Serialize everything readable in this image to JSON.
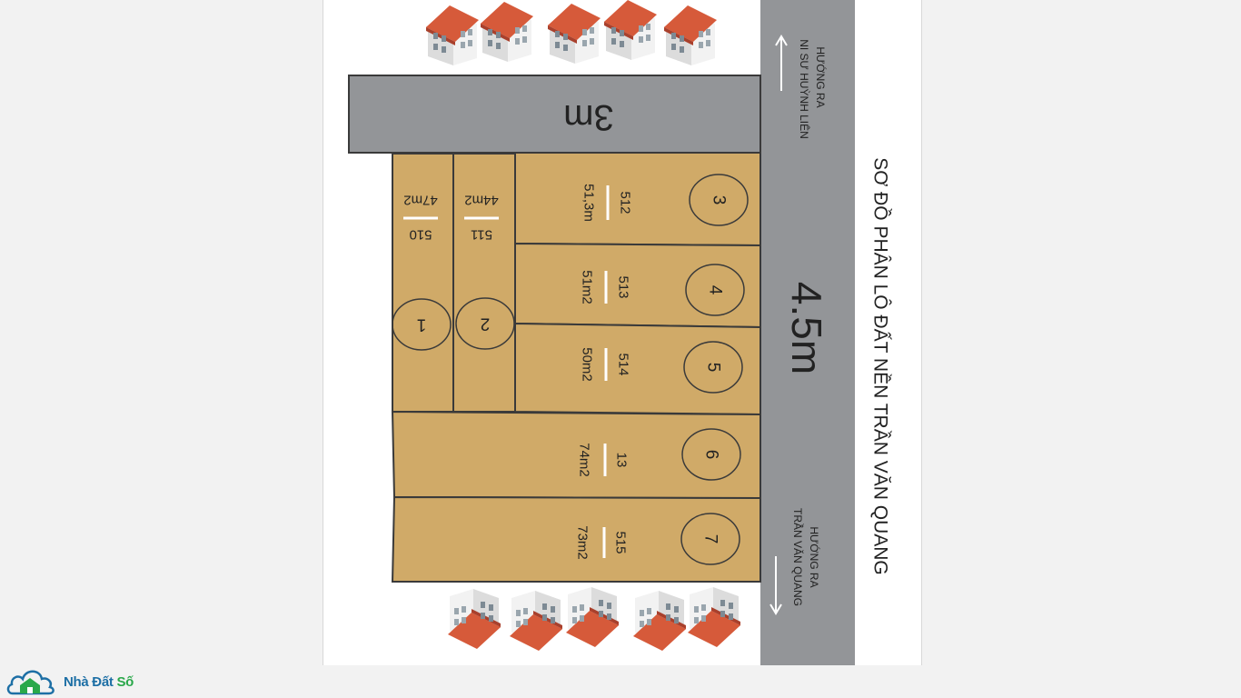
{
  "map": {
    "title": "SƠ ĐỒ PHÂN LÔ ĐẤT NỀN TRẦN VĂN QUANG",
    "main_road": "4.5m",
    "side_road": "3m",
    "direction_top": {
      "line1": "HƯỚNG RA",
      "line2": "NI SƯ HUỲNH LIÊN"
    },
    "direction_bottom": {
      "line1": "HƯỚNG RA",
      "line2": "TRẦN VĂN QUANG"
    },
    "lots": [
      {
        "no": "1",
        "parcel": "510",
        "area": "47m2"
      },
      {
        "no": "2",
        "parcel": "511",
        "area": "44m2"
      },
      {
        "no": "3",
        "parcel": "512",
        "area": "51,3m"
      },
      {
        "no": "4",
        "parcel": "513",
        "area": "51m2"
      },
      {
        "no": "5",
        "parcel": "514",
        "area": "50m2"
      },
      {
        "no": "6",
        "parcel": "13",
        "area": "74m2"
      },
      {
        "no": "7",
        "parcel": "515",
        "area": "73m2"
      }
    ]
  },
  "brand": {
    "name": "Nhà Đất ",
    "accent": "Số"
  },
  "colors": {
    "lot_fill": "#d0aa68",
    "road": "#939598",
    "lot_border": "#3a3a3a",
    "roof": "#d65a3a",
    "brand_blue": "#1d6fa5",
    "brand_green": "#2aa84a"
  }
}
